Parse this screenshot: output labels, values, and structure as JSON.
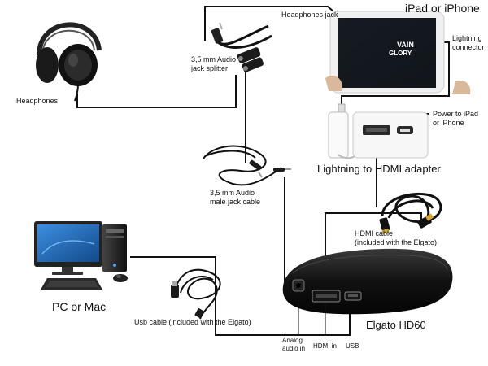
{
  "labels": {
    "headphones": "Headphones",
    "headphones_jack": "Headphones jack",
    "splitter_line1": "3,5 mm Audio",
    "splitter_line2": "jack splitter",
    "ipad": "iPad or iPhone",
    "lightning_line1": "Lightning",
    "lightning_line2": "connector",
    "power_line1": "Power to iPad",
    "power_line2": "or iPhone",
    "adapter": "Lightning to HDMI adapter",
    "male_cable_line1": "3,5 mm Audio",
    "male_cable_line2": "male jack cable",
    "hdmi_cable_line1": "HDMI cable",
    "hdmi_cable_line2": "(included with the Elgato)",
    "pc": "PC or Mac",
    "usb_cable": "Usb cable (included with the Elgato)",
    "elgato": "Elgato HD60",
    "analog_line1": "Analog",
    "analog_line2": "audio in",
    "hdmi_in": "HDMI in",
    "usb": "USB"
  },
  "screen_logo_line1": "VAIN",
  "screen_logo_line2": "GLORY",
  "colors": {
    "cable": "#111111",
    "device_black": "#0c0c0c",
    "screen_blue": "#1f6fb8"
  }
}
